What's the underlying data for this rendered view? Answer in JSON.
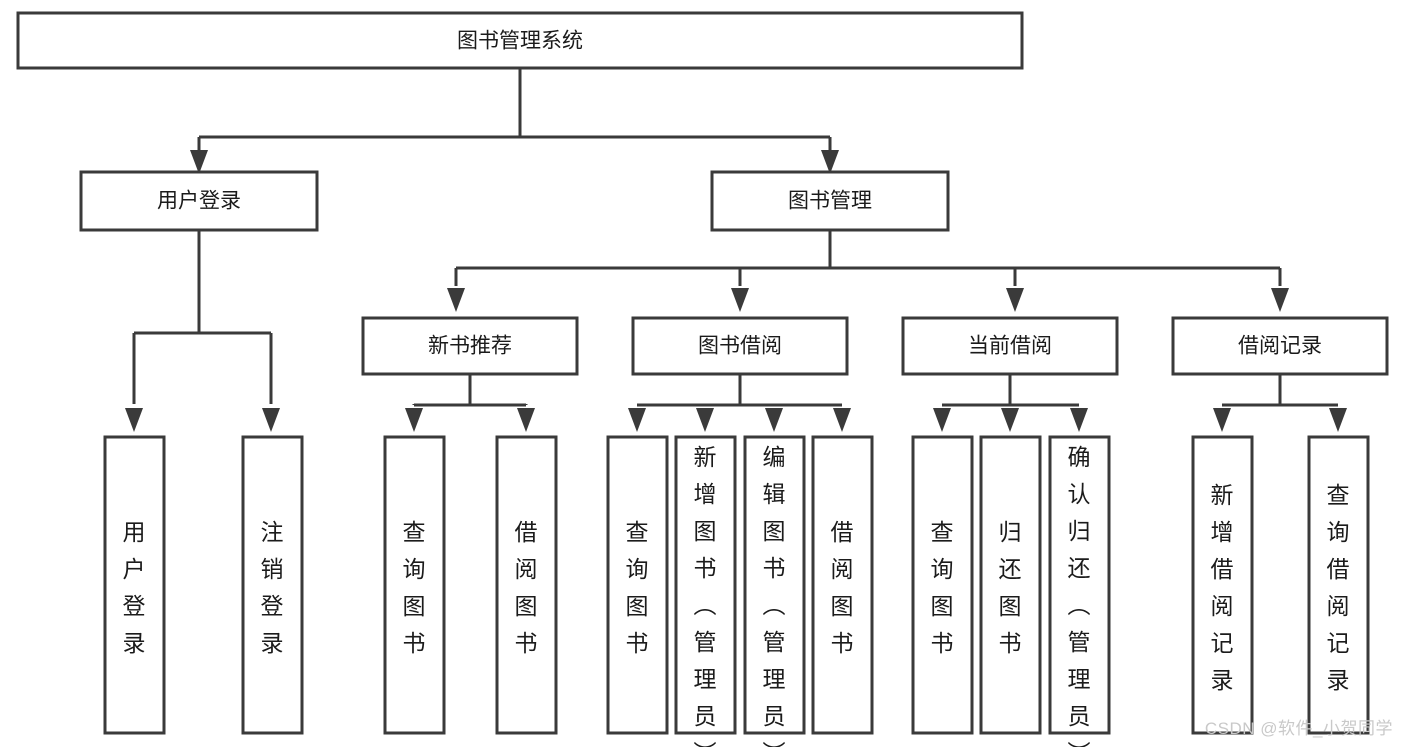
{
  "diagram": {
    "type": "tree-hierarchy",
    "title": "图书管理系统",
    "watermark": "CSDN @软件_小贺同学",
    "colors": {
      "box_fill": "#ffffff",
      "box_stroke": "#3a3a3a",
      "text": "#1b1b1b",
      "watermark": "#c9c9c9",
      "background": "#ffffff"
    },
    "levels": {
      "root": {
        "label": "图书管理系统"
      },
      "level2": [
        {
          "label": "用户登录"
        },
        {
          "label": "图书管理"
        }
      ],
      "level3": [
        {
          "label": "新书推荐"
        },
        {
          "label": "图书借阅"
        },
        {
          "label": "当前借阅"
        },
        {
          "label": "借阅记录"
        }
      ]
    },
    "groups": [
      {
        "parent": "用户登录",
        "leaves": [
          {
            "label": "用户登录"
          },
          {
            "label": "注销登录"
          }
        ]
      },
      {
        "parent": "新书推荐",
        "leaves": [
          {
            "label": "查询图书"
          },
          {
            "label": "借阅图书"
          }
        ]
      },
      {
        "parent": "图书借阅",
        "leaves": [
          {
            "label": "查询图书"
          },
          {
            "label": "新增图书（管理员）"
          },
          {
            "label": "编辑图书（管理员）"
          },
          {
            "label": "借阅图书"
          }
        ]
      },
      {
        "parent": "当前借阅",
        "leaves": [
          {
            "label": "查询图书"
          },
          {
            "label": "归还图书"
          },
          {
            "label": "确认归还（管理员）"
          }
        ]
      },
      {
        "parent": "借阅记录",
        "leaves": [
          {
            "label": "新增借阅记录"
          },
          {
            "label": "查询借阅记录"
          }
        ]
      }
    ]
  }
}
